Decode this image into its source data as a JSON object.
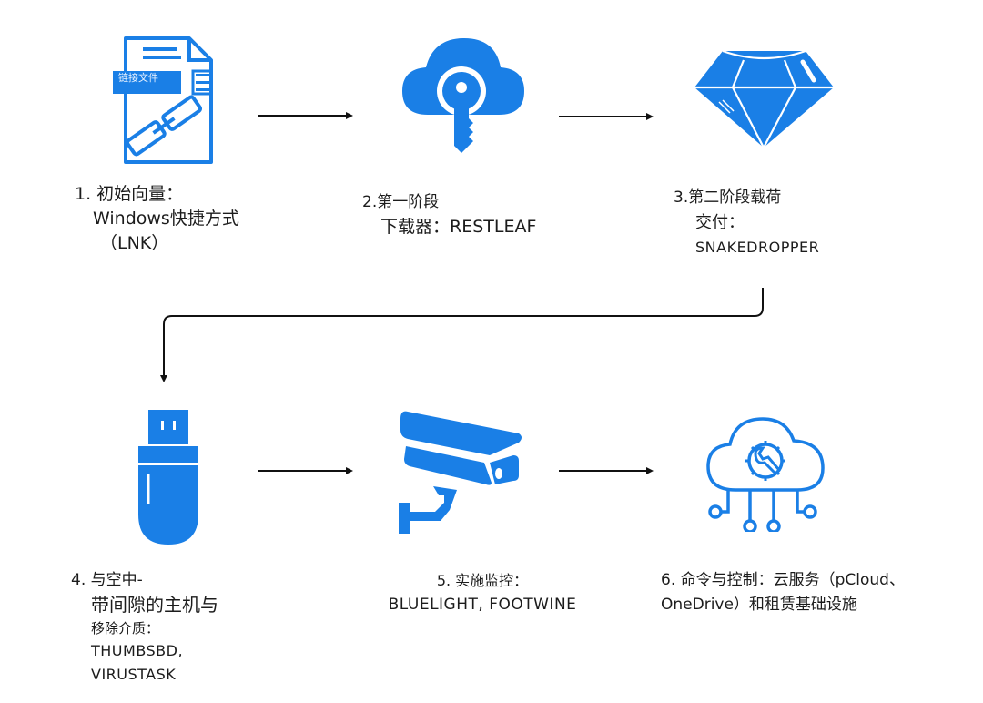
{
  "colors": {
    "icon_blue": "#1a7fe6",
    "arrow": "#111111",
    "text": "#1c1c1c"
  },
  "steps": [
    {
      "id": 1,
      "icon": "lnk-file-icon",
      "icon_badge_text": "链接文件",
      "lines": [
        "1. 初始向量：",
        "Windows快捷方式",
        "（LNK）"
      ]
    },
    {
      "id": 2,
      "icon": "cloud-key-icon",
      "lines": [
        "2.第一阶段",
        "下载器：RESTLEAF"
      ]
    },
    {
      "id": 3,
      "icon": "diamond-icon",
      "lines": [
        "3.第二阶段载荷",
        "交付：",
        "SNAKEDROPPER"
      ]
    },
    {
      "id": 4,
      "icon": "usb-drive-icon",
      "lines": [
        "4. 与空中-",
        "带间隙的主机与",
        "移除介质：",
        "THUMBSBD,",
        "VIRUSTASK"
      ]
    },
    {
      "id": 5,
      "icon": "security-camera-icon",
      "lines": [
        "5. 实施监控：",
        "BLUELIGHT, FOOTWINE"
      ]
    },
    {
      "id": 6,
      "icon": "cloud-settings-icon",
      "lines": [
        "6. 命令与控制：云服务（pCloud、",
        "OneDrive）和租赁基础设施"
      ]
    }
  ]
}
